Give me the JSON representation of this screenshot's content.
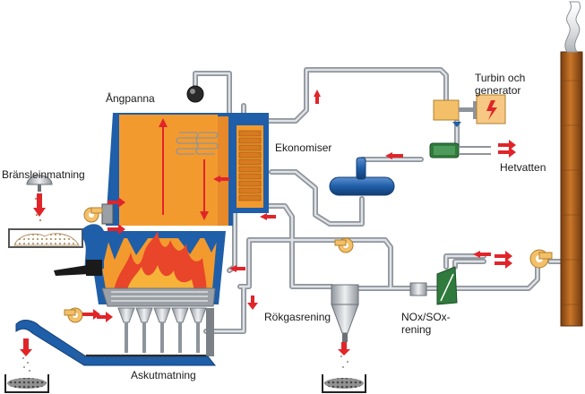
{
  "labels": {
    "boiler": "Ångpanna",
    "turbine": "Turbin och\ngenerator",
    "economizer": "Ekonomiser",
    "fuel_feed": "Bränsleinmatning",
    "hot_water": "Hetvatten",
    "flue_gas_cleaning": "Rökgasrening",
    "nox_sox": "NOx/SOx-\nrening",
    "ash_feed": "Askutmatning"
  },
  "colors": {
    "boiler_orange": "#f39a2e",
    "boiler_blue": "#1f5ea8",
    "pipe_grey": "#a8adb3",
    "flow_arrow_red": "#e0252a",
    "chimney_brown": "#b5651d",
    "fan_yellow": "#f3c069",
    "scrubber_green": "#2f7a3c",
    "fire_red": "#e8452a"
  }
}
